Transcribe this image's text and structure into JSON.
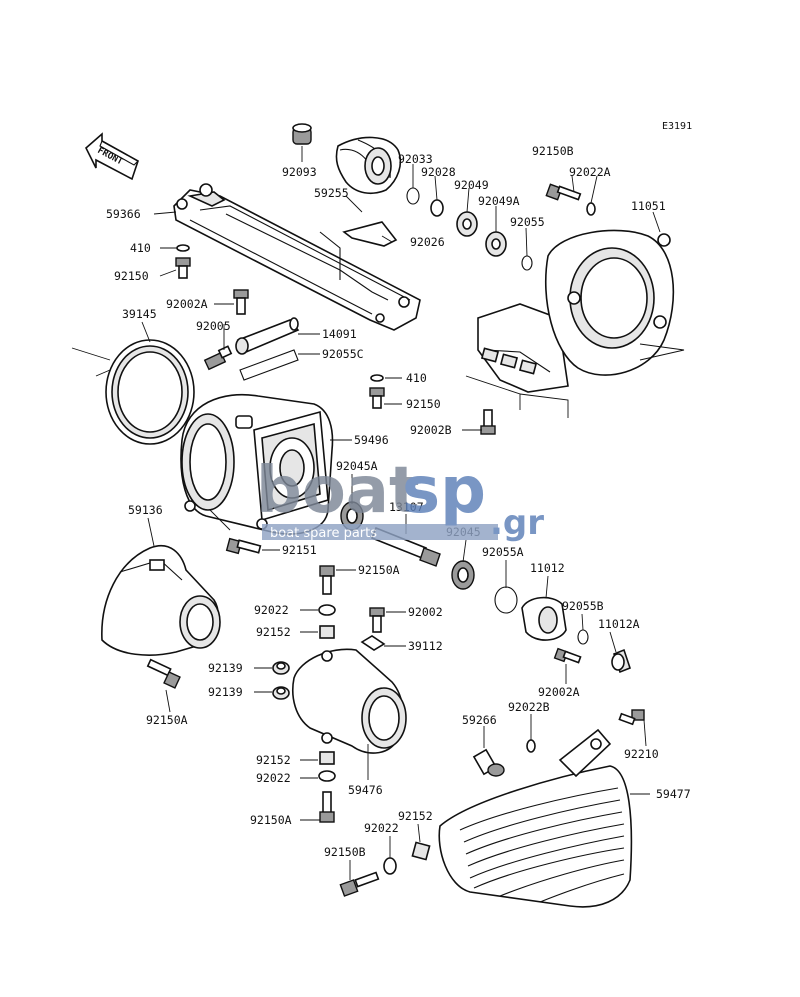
{
  "diagram_code": "E3191",
  "front_label": "FRONT",
  "watermark": {
    "word_main": "boat",
    "word_accent": "sp",
    "tld": ".gr",
    "tagline": "boat spare parts",
    "colors": {
      "main": "#7d8797",
      "accent": "#5c7fb8",
      "band": "#8fa3c4"
    }
  },
  "callouts": [
    "92093",
    "92033",
    "92028",
    "92049",
    "92049A",
    "92055",
    "92150B",
    "92022A",
    "11051",
    "59366",
    "59255",
    "92026",
    "410",
    "92150",
    "92002A",
    "39145",
    "92005",
    "14091",
    "92055C",
    "410",
    "92150",
    "92002B",
    "59496",
    "92045A",
    "13107",
    "92045",
    "92055A",
    "59136",
    "92151",
    "92150A",
    "11012",
    "92055B",
    "11012A",
    "92022",
    "92002",
    "92152",
    "39112",
    "92139",
    "92139",
    "92002A",
    "92150A",
    "59266",
    "92022B",
    "92210",
    "92152",
    "92022",
    "59476",
    "59477",
    "92150A",
    "92022",
    "92152",
    "92150B"
  ]
}
